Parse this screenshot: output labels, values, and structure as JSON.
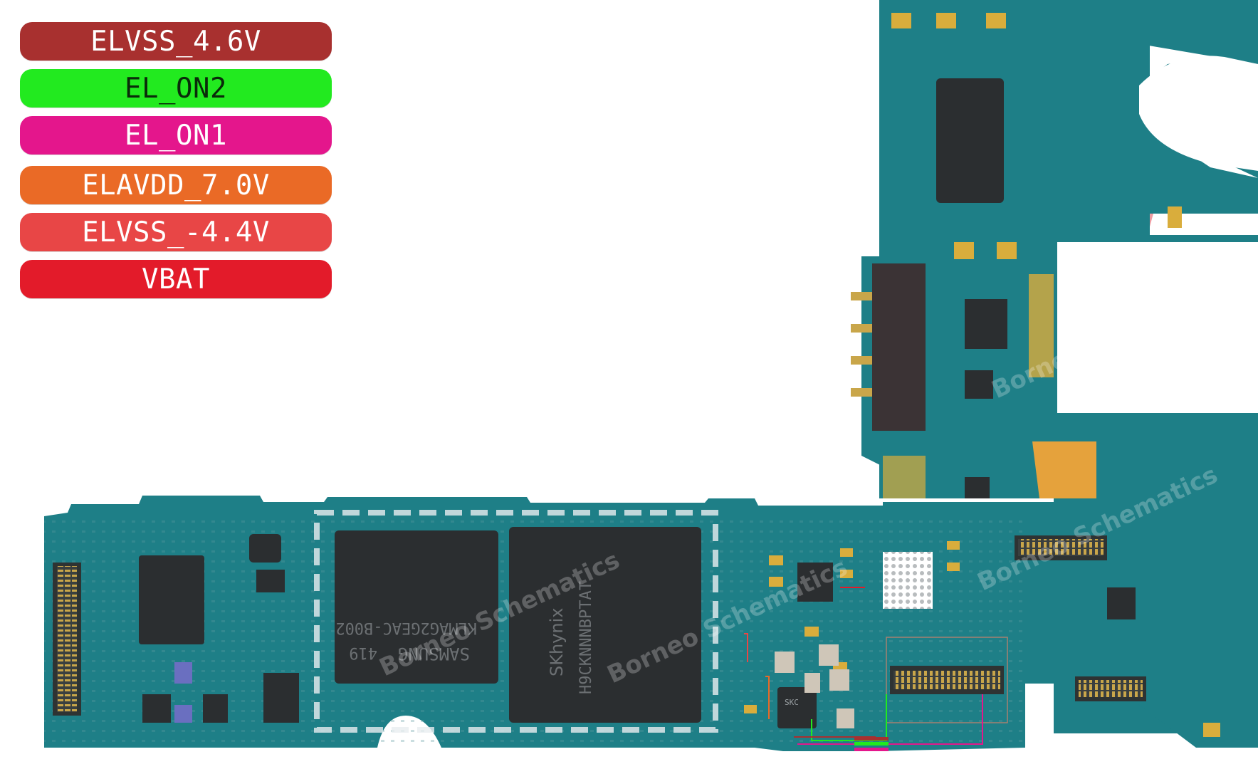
{
  "legend": [
    {
      "label": "ELVSS_4.6V",
      "color": "#a8302f"
    },
    {
      "label": "EL_ON2",
      "color": "#22ea1f"
    },
    {
      "label": "EL_ON1",
      "color": "#e4168c"
    },
    {
      "label": "ELAVDD_7.0V",
      "color": "#ea6a26"
    },
    {
      "label": "ELVSS_-4.4V",
      "color": "#e84646"
    },
    {
      "label": "VBAT",
      "color": "#e31b2a"
    }
  ],
  "chips": {
    "samsung_marking": "SAMSUNG",
    "samsung_code": "KLMAG2GEAC-B002",
    "samsung_date": "419",
    "skhynix_brand": "SKhynix",
    "skhynix_code": "H9CKNNNBPTAT",
    "pmic_marking": "SKC"
  },
  "watermark": "Borneo Schematics",
  "colors": {
    "pcb": "#1e7f87",
    "pcb_dark": "#166970",
    "chip": "#2b2e30",
    "gold": "#d9ad3c",
    "watermark_red": "#e55a63"
  }
}
